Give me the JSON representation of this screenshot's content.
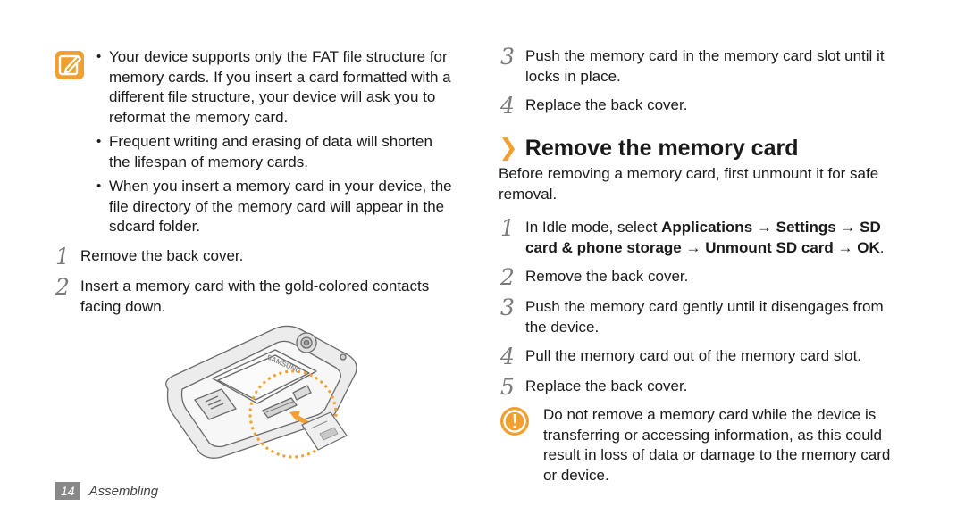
{
  "left_column": {
    "note_bullets": [
      "Your device supports only the FAT file structure for memory cards. If you insert a card formatted with a different file structure, your device will ask you to reformat the memory card.",
      "Frequent writing and erasing of data will shorten the lifespan of memory cards.",
      "When you insert a memory card in your device, the file directory of the memory card will appear in the sdcard folder."
    ],
    "steps": [
      {
        "num": "1",
        "text": "Remove the back cover."
      },
      {
        "num": "2",
        "text": "Insert a memory card with the gold-colored contacts facing down."
      }
    ],
    "illustration_brand": "SAMSUNG"
  },
  "right_column": {
    "steps_top": [
      {
        "num": "3",
        "text": "Push the memory card in the memory card slot until it locks in place."
      },
      {
        "num": "4",
        "text": "Replace the back cover."
      }
    ],
    "section_chevron": "❯",
    "section_title": "Remove the memory card",
    "intro": "Before removing a memory card, first unmount it for safe removal.",
    "step1": {
      "num": "1",
      "prefix": "In Idle mode, select ",
      "applications": "Applications",
      "arrow1": " → ",
      "settings": "Settings",
      "arrow2": " → ",
      "sd_storage": "SD card & phone storage",
      "arrow3": " → ",
      "unmount": "Unmount SD card",
      "arrow4": " → ",
      "ok": "OK",
      "suffix": "."
    },
    "steps_rest": [
      {
        "num": "2",
        "text": "Remove the back cover."
      },
      {
        "num": "3",
        "text": "Push the memory card gently until it disengages from the device."
      },
      {
        "num": "4",
        "text": "Pull the memory card out of the memory card slot."
      },
      {
        "num": "5",
        "text": "Replace the back cover."
      }
    ],
    "warning": "Do not remove a memory card while the device is transferring or accessing information, as this could result in loss of data or damage to the memory card or device."
  },
  "footer": {
    "page_number": "14",
    "section_label": "Assembling"
  },
  "colors": {
    "accent": "#f0a030",
    "step_number": "#7a7a7a"
  },
  "icons": {
    "note": "note-pencil-icon",
    "warning": "warning-exclamation-icon"
  }
}
